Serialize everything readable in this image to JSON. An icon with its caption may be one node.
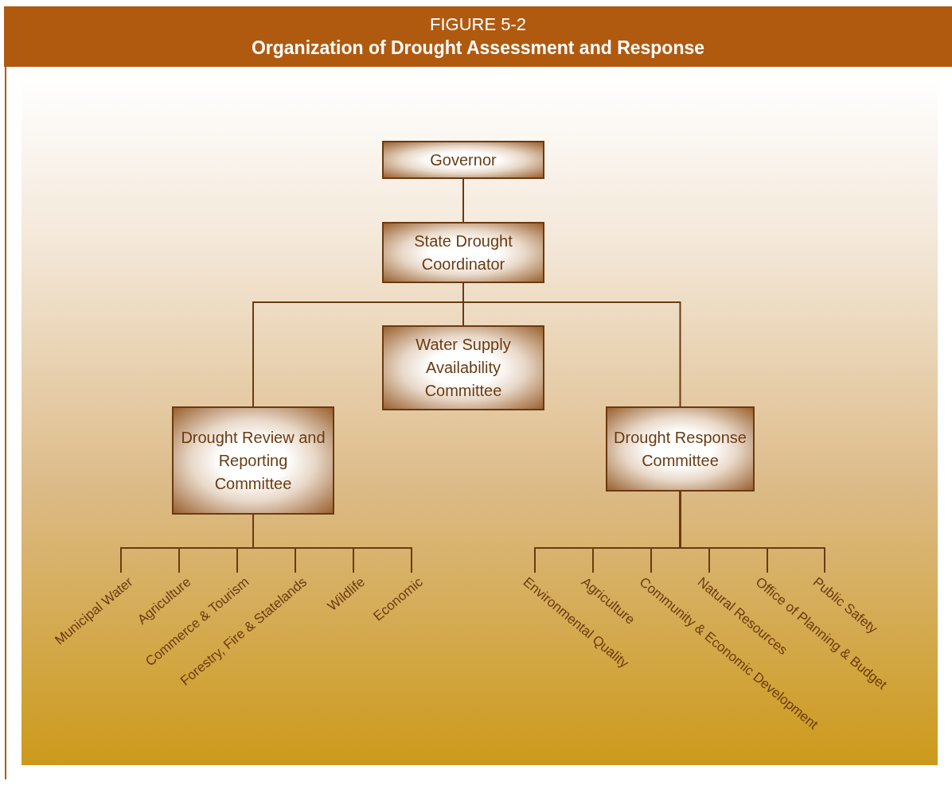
{
  "diagram": {
    "title": "Organization of Drought Assessment and Response",
    "nodes": [
      {
        "text": [
          "Governor"
        ]
      },
      {
        "text": [
          "State Drought Coordinator"
        ]
      },
      {
        "text": [
          "Water Supply Availability Committee"
        ]
      },
      {
        "text": [
          "Drought Review and Reporting Committee"
        ]
      },
      {
        "text": [
          "Drought Response Committee"
        ]
      },
      {
        "text": [
          "Municipal Water"
        ]
      },
      {
        "text": [
          "Agriculture"
        ]
      },
      {
        "text": [
          "Commerce & Tourism"
        ]
      },
      {
        "text": [
          "Forestry, Fire & Statelands"
        ]
      },
      {
        "text": [
          "Wildlife"
        ]
      },
      {
        "text": [
          "Economic"
        ]
      },
      {
        "text": [
          "Environmental Quality"
        ]
      },
      {
        "text": [
          "Agriculture"
        ]
      },
      {
        "text": [
          "Community & Economic Development"
        ]
      },
      {
        "text": [
          "Natural Resources"
        ]
      },
      {
        "text": [
          "Office of Planning & Budget"
        ]
      },
      {
        "text": [
          "Public Safety"
        ]
      }
    ],
    "edges": [
      {
        "from": 0,
        "to": 1,
        "arrow": "none"
      },
      {
        "from": 1,
        "to": 2,
        "arrow": "none"
      },
      {
        "from": 1,
        "to": 3,
        "arrow": "none"
      },
      {
        "from": 1,
        "to": 4,
        "arrow": "none"
      },
      {
        "from": 3,
        "to": 5,
        "arrow": "none"
      },
      {
        "from": 3,
        "to": 6,
        "arrow": "none"
      },
      {
        "from": 3,
        "to": 7,
        "arrow": "none"
      },
      {
        "from": 3,
        "to": 8,
        "arrow": "none"
      },
      {
        "from": 3,
        "to": 9,
        "arrow": "none"
      },
      {
        "from": 3,
        "to": 10,
        "arrow": "none"
      },
      {
        "from": 4,
        "to": 11,
        "arrow": "none"
      },
      {
        "from": 4,
        "to": 12,
        "arrow": "none"
      },
      {
        "from": 4,
        "to": 13,
        "arrow": "none"
      },
      {
        "from": 4,
        "to": 14,
        "arrow": "none"
      },
      {
        "from": 4,
        "to": 15,
        "arrow": "none"
      },
      {
        "from": 4,
        "to": 16,
        "arrow": "none"
      }
    ],
    "labels": [
      "FIGURE 5-2"
    ]
  }
}
